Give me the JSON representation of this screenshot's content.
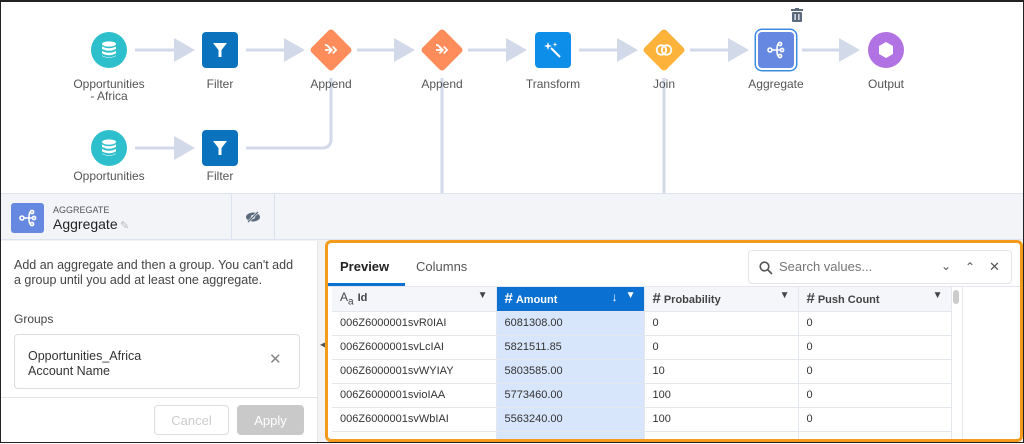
{
  "flow": {
    "nodes": [
      {
        "label": "Opportunities\n- Africa",
        "type": "dataset",
        "color": "#2ebfcd"
      },
      {
        "label": "Filter",
        "type": "filter",
        "color": "#0b72bd"
      },
      {
        "label": "Append",
        "type": "append",
        "color": "#fe8d5b"
      },
      {
        "label": "Append",
        "type": "append",
        "color": "#fe8d5b"
      },
      {
        "label": "Transform",
        "type": "transform",
        "color": "#0d8fe9"
      },
      {
        "label": "Join",
        "type": "join",
        "color": "#fdb33b"
      },
      {
        "label": "Aggregate",
        "type": "aggregate",
        "color": "#6688e0"
      },
      {
        "label": "Output",
        "type": "output",
        "color": "#b172e3"
      }
    ],
    "second_row": [
      {
        "label": "Opportunities",
        "type": "dataset",
        "color": "#2ebfcd"
      },
      {
        "label": "Filter",
        "type": "filter",
        "color": "#0b72bd"
      }
    ]
  },
  "node_panel": {
    "type_label": "AGGREGATE",
    "name": "Aggregate",
    "icon": "aggregate-icon",
    "hide_icon": "eye-slash-icon"
  },
  "left": {
    "description": "Add an aggregate and then a group. You can't add a group until you add at least one aggregate.",
    "groups_label": "Groups",
    "group_item": {
      "line1": "Opportunities_Africa",
      "line2": "Account Name"
    },
    "cancel": "Cancel",
    "apply": "Apply"
  },
  "preview": {
    "tabs": [
      {
        "label": "Preview",
        "active": true
      },
      {
        "label": "Columns",
        "active": false
      }
    ],
    "search_placeholder": "Search values...",
    "columns": [
      {
        "label": "Id",
        "type": "text"
      },
      {
        "label": "Amount",
        "type": "number",
        "sorted": "desc",
        "selected": true
      },
      {
        "label": "Probability",
        "type": "number"
      },
      {
        "label": "Push Count",
        "type": "number"
      }
    ],
    "rows": [
      [
        "006Z6000001svR0IAI",
        "6081308.00",
        "0",
        "0"
      ],
      [
        "006Z6000001svLcIAI",
        "5821511.85",
        "0",
        "0"
      ],
      [
        "006Z6000001svWYIAY",
        "5803585.00",
        "10",
        "0"
      ],
      [
        "006Z6000001svioIAA",
        "5773460.00",
        "100",
        "0"
      ],
      [
        "006Z6000001svWbIAI",
        "5563240.00",
        "100",
        "0"
      ]
    ],
    "highlight_color": "#f59b1c"
  }
}
